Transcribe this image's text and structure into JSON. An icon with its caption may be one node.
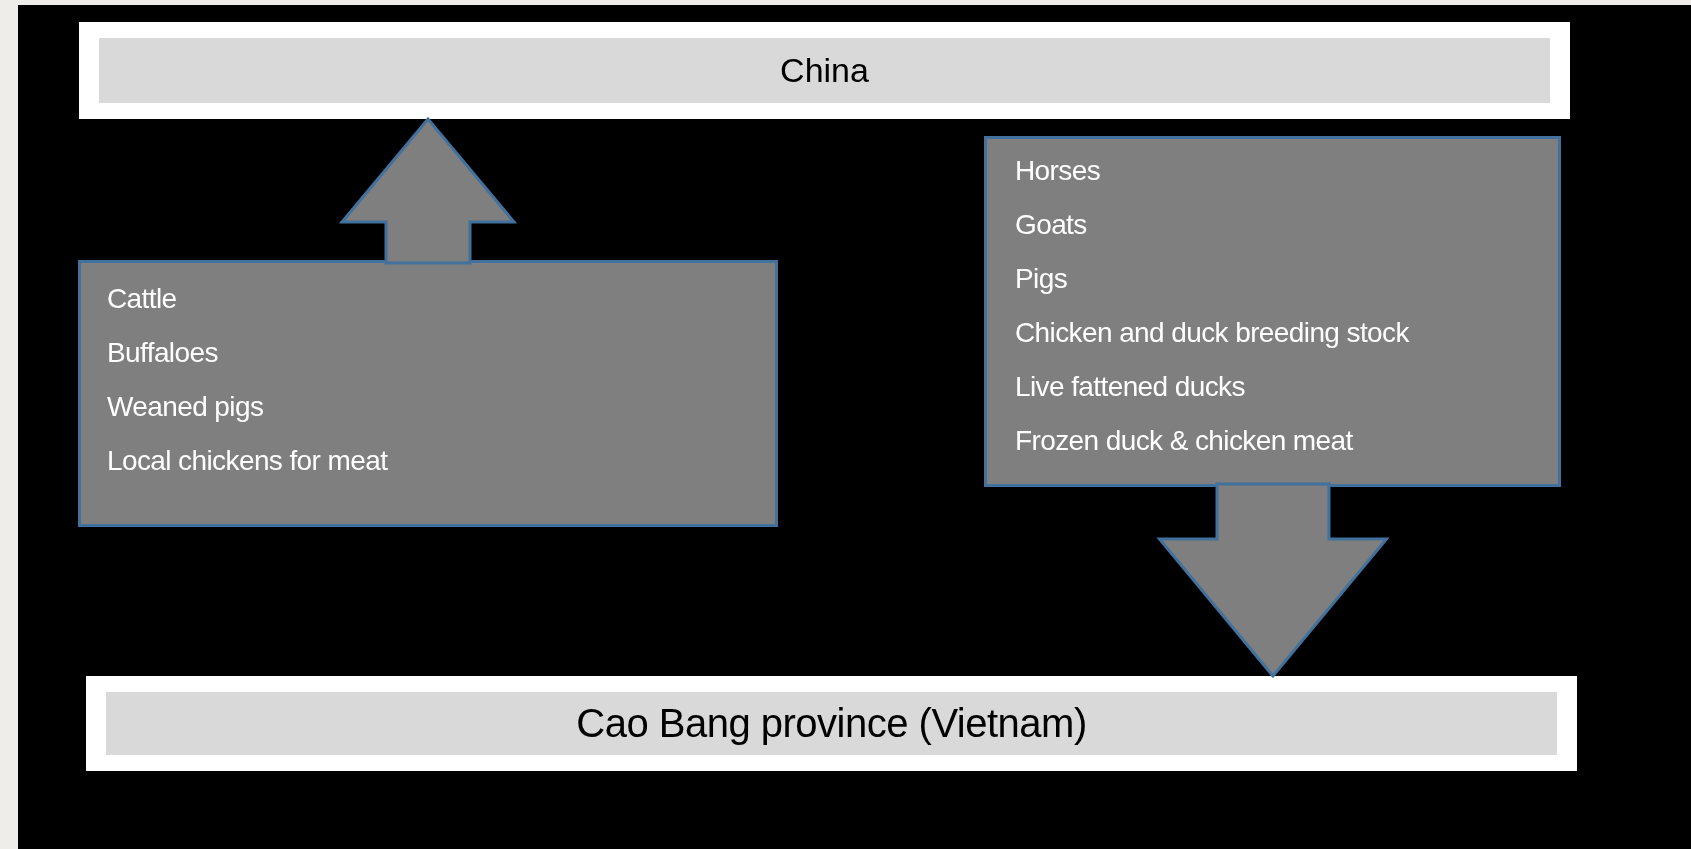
{
  "diagram": {
    "nodes": [
      {
        "text": [
          "China"
        ]
      },
      {
        "text": [
          "Cattle",
          "Buffaloes",
          "Weaned pigs",
          "Local chickens for meat"
        ]
      },
      {
        "text": [
          "Horses",
          "Goats",
          "Pigs",
          "Chicken and duck breeding stock",
          "Live fattened ducks",
          "Frozen duck & chicken meat"
        ]
      },
      {
        "text": [
          "Cao Bang province (Vietnam)"
        ]
      }
    ],
    "edges": [
      {
        "from": 1,
        "to": 0,
        "arrow": "to",
        "style": "thick"
      },
      {
        "from": 2,
        "to": 3,
        "arrow": "to",
        "style": "thick"
      }
    ]
  }
}
